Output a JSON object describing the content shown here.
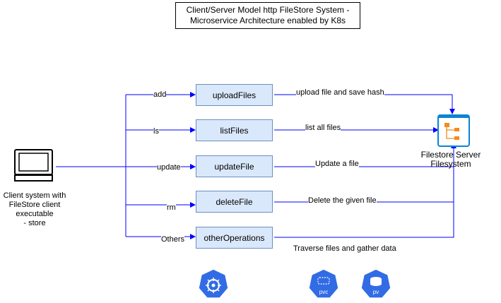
{
  "title": {
    "line1": "Client/Server Model http FileStore System -",
    "line2": "Microservice Architecture enabled by K8s"
  },
  "cluster": {
    "title_line1": "WebFacing Microservices running on a",
    "title_line2": "Kuberenetes Cluster"
  },
  "persistent_volume": {
    "title_line1": "PersistentVolume Attached to Kubernetes",
    "title_line2": "Clsuter"
  },
  "client": {
    "label_line1": "Client system with",
    "label_line2": "FileStore client",
    "label_line3": "executable",
    "label_line4": "- store"
  },
  "storage": {
    "label_line1": "Filestore Server",
    "label_line2": "Filesystem"
  },
  "services": [
    {
      "name": "uploadFiles",
      "command": "add",
      "action": "upload file and save hash"
    },
    {
      "name": "listFiles",
      "command": "ls",
      "action": "list all files"
    },
    {
      "name": "updateFile",
      "command": "update",
      "action": "Update a file"
    },
    {
      "name": "deleteFile",
      "command": "rm",
      "action": "Delete the given file"
    },
    {
      "name": "otherOperations",
      "command": "Others",
      "action": "Traverse files and gather data"
    }
  ],
  "icons": {
    "k8s": "kubernetes-wheel-icon",
    "pvc_label": "pvc",
    "pv_label": "pv"
  },
  "colors": {
    "cluster_fill": "#f8cecc",
    "pv_fill": "#dae8fc",
    "arrow": "#0000ff",
    "k8s_blue": "#326ce5"
  }
}
